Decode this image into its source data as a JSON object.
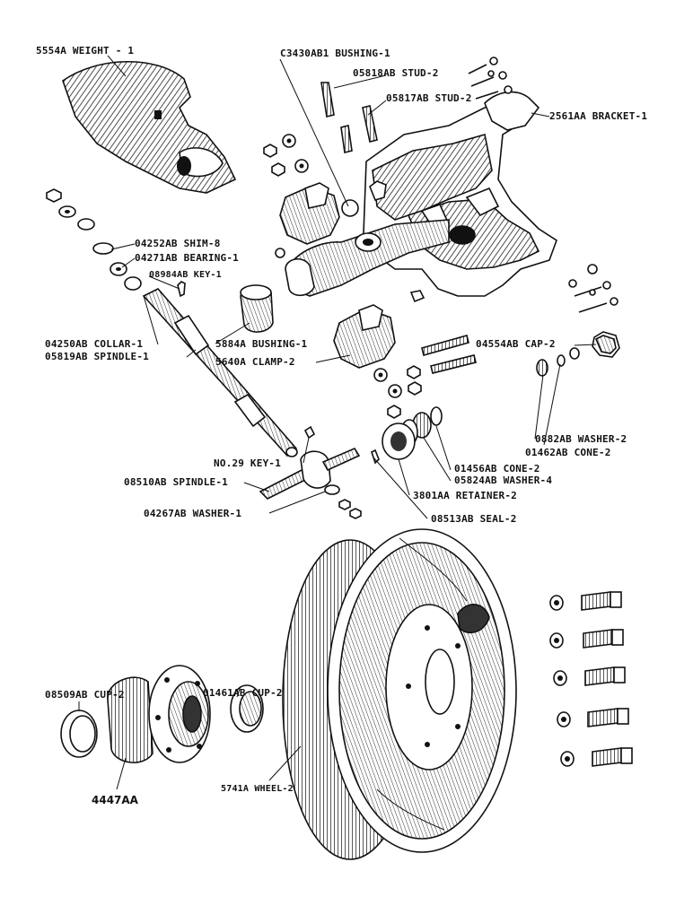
{
  "labels": {
    "weight": "5554A WEIGHT - 1",
    "bushing_c3430": "C3430AB1 BUSHING-1",
    "stud_05818": "05818AB STUD-2",
    "stud_05817": "05817AB STUD-2",
    "bracket": "2561AA BRACKET-1",
    "shim": "04252AB SHIM-8",
    "bearing": "04271AB BEARING-1",
    "key_08984": "08984AB KEY-1",
    "collar": "04250AB COLLAR-1",
    "spindle_05819": "05819AB SPINDLE-1",
    "bushing_5884": "5884A BUSHING-1",
    "clamp": "5640A CLAMP-2",
    "cap": "04554AB CAP-2",
    "washer_0882": "0882AB WASHER-2",
    "cone_01462": "01462AB CONE-2",
    "key_no29": "NO.29 KEY-1",
    "cone_01456": "01456AB CONE-2",
    "washer_05824": "05824AB WASHER-4",
    "spindle_08510": "08510AB SPINDLE-1",
    "retainer": "3801AA RETAINER-2",
    "washer_04267": "04267AB WASHER-1",
    "seal": "08513AB SEAL-2",
    "cup_01461": "01461AB CUP-2",
    "cup_08509": "08509AB CUP-2",
    "hub": "4447AA",
    "wheel": "5741A WHEEL-2"
  },
  "colors": {
    "ink": "#111111",
    "paper": "#ffffff",
    "shade": "#555555"
  }
}
